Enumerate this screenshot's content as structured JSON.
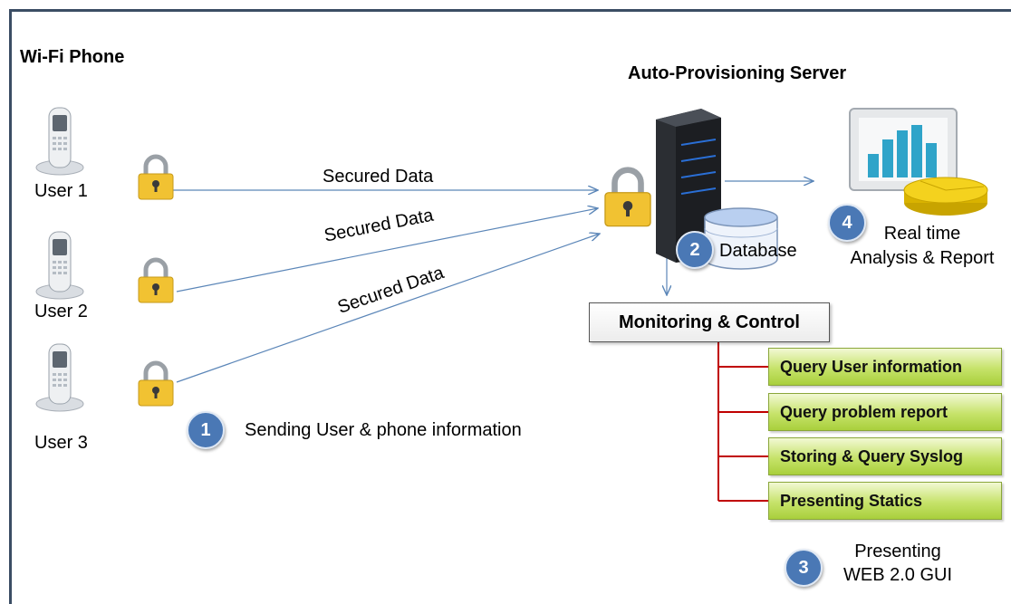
{
  "titles": {
    "wifi_phone": "Wi-Fi Phone",
    "server": "Auto-Provisioning Server"
  },
  "users": [
    "User 1",
    "User 2",
    "User 3"
  ],
  "links": [
    "Secured Data",
    "Secured Data",
    "Secured Data"
  ],
  "steps": {
    "step1_number": "1",
    "step1_text": "Sending User & phone information",
    "step2_number": "2",
    "step2_text": "Database",
    "step3_number": "3",
    "step3_text_line1": "Presenting",
    "step3_text_line2": "WEB 2.0 GUI",
    "step4_number": "4",
    "step4_text_line1": "Real time",
    "step4_text_line2": "Analysis & Report"
  },
  "monitoring": {
    "title": "Monitoring & Control",
    "items": [
      "Query User information",
      "Query problem report",
      "Storing & Query Syslog",
      "Presenting Statics"
    ]
  },
  "icons": [
    "phone-icon",
    "padlock-icon",
    "server-icon",
    "database-icon",
    "analytics-monitor-icon"
  ],
  "colors": {
    "badge": "#4a78b5",
    "arrow": "#5b86b8",
    "tree_line": "#c00000",
    "green_fill": "#b6d94e",
    "frame": "#3b4d64"
  }
}
